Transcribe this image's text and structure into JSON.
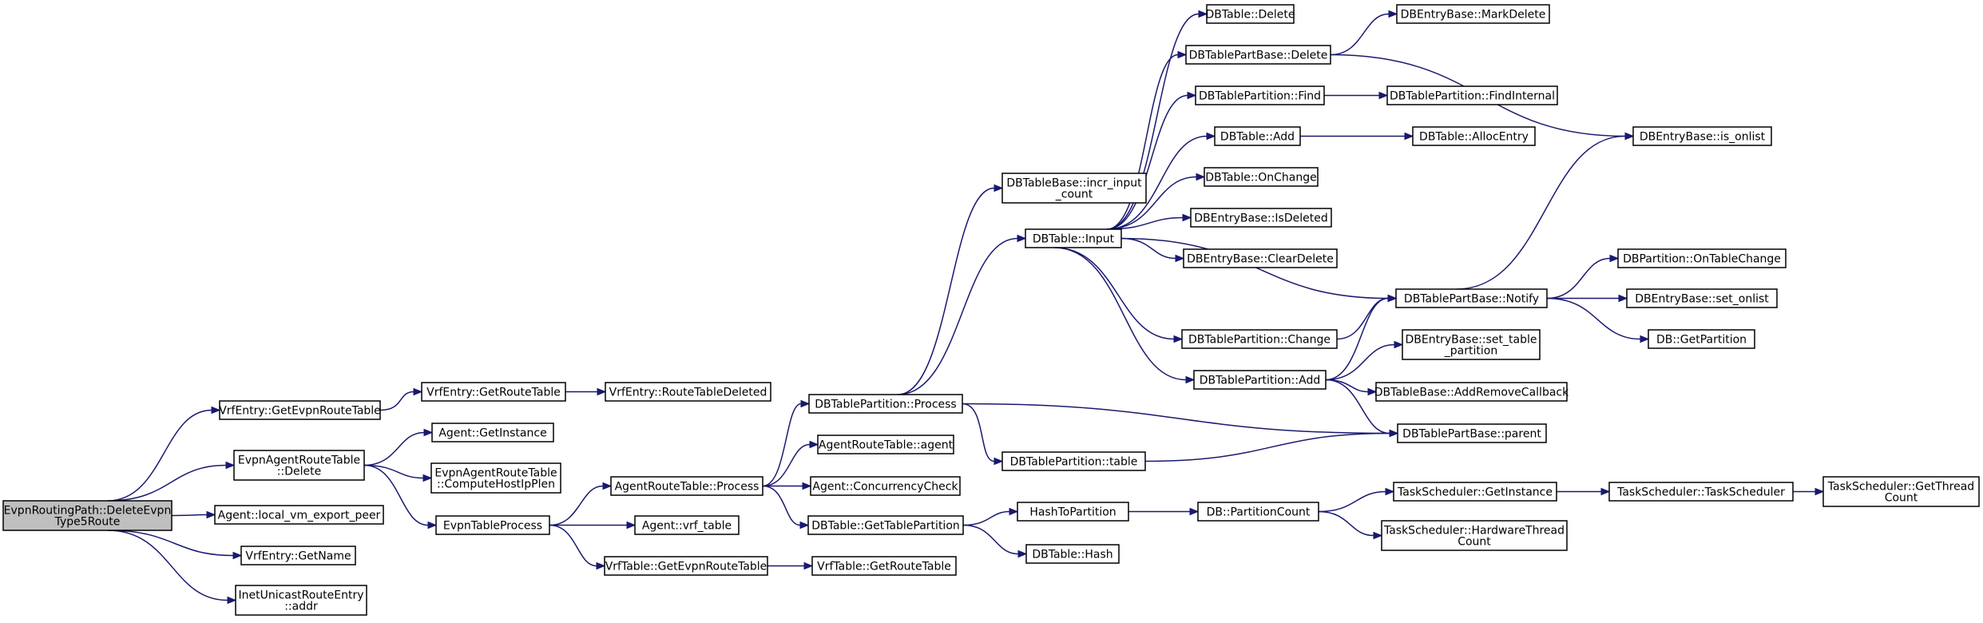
{
  "diagram": {
    "colors": {
      "edge": "#191970",
      "root_fill": "#bfbfbf",
      "node_fill": "#ffffff",
      "node_border": "#000000"
    },
    "nodes": [
      {
        "id": "root",
        "lines": [
          "EvpnRoutingPath::DeleteEvpn",
          "Type5Route"
        ],
        "root": true
      },
      {
        "id": "vrfGetEvpnRT",
        "lines": [
          "VrfEntry::GetEvpnRouteTable"
        ]
      },
      {
        "id": "evpnARTDelete",
        "lines": [
          "EvpnAgentRouteTable",
          "::Delete"
        ]
      },
      {
        "id": "agentLocalVm",
        "lines": [
          "Agent::local_vm_export_peer"
        ]
      },
      {
        "id": "vrfGetName",
        "lines": [
          "VrfEntry::GetName"
        ]
      },
      {
        "id": "inetAddr",
        "lines": [
          "InetUnicastRouteEntry",
          "::addr"
        ]
      },
      {
        "id": "vrfGetRT",
        "lines": [
          "VrfEntry::GetRouteTable"
        ]
      },
      {
        "id": "vrfRTDeleted",
        "lines": [
          "VrfEntry::RouteTableDeleted"
        ]
      },
      {
        "id": "agentGetInstance",
        "lines": [
          "Agent::GetInstance"
        ]
      },
      {
        "id": "evpnCompute",
        "lines": [
          "EvpnAgentRouteTable",
          "::ComputeHostIpPlen"
        ]
      },
      {
        "id": "evpnTableProcess",
        "lines": [
          "EvpnTableProcess"
        ]
      },
      {
        "id": "artProcess",
        "lines": [
          "AgentRouteTable::Process"
        ]
      },
      {
        "id": "agentVrfTable",
        "lines": [
          "Agent::vrf_table"
        ]
      },
      {
        "id": "vrfTableGetEvpn",
        "lines": [
          "VrfTable::GetEvpnRouteTable"
        ]
      },
      {
        "id": "dbtpProcess",
        "lines": [
          "DBTablePartition::Process"
        ]
      },
      {
        "id": "artAgent",
        "lines": [
          "AgentRouteTable::agent"
        ]
      },
      {
        "id": "agentConcurrency",
        "lines": [
          "Agent::ConcurrencyCheck"
        ]
      },
      {
        "id": "dbtGetTP",
        "lines": [
          "DBTable::GetTablePartition"
        ]
      },
      {
        "id": "vrfTableGetRT",
        "lines": [
          "VrfTable::GetRouteTable"
        ]
      },
      {
        "id": "dbtbIncr",
        "lines": [
          "DBTableBase::incr_input",
          "_count"
        ]
      },
      {
        "id": "dbtInput",
        "lines": [
          "DBTable::Input"
        ]
      },
      {
        "id": "dbtpTable",
        "lines": [
          "DBTablePartition::table"
        ]
      },
      {
        "id": "hashToPartition",
        "lines": [
          "HashToPartition"
        ]
      },
      {
        "id": "dbtHash",
        "lines": [
          "DBTable::Hash"
        ]
      },
      {
        "id": "dbtDelete",
        "lines": [
          "DBTable::Delete"
        ]
      },
      {
        "id": "dbtpbDelete",
        "lines": [
          "DBTablePartBase::Delete"
        ]
      },
      {
        "id": "dbtpFind",
        "lines": [
          "DBTablePartition::Find"
        ]
      },
      {
        "id": "dbtAdd",
        "lines": [
          "DBTable::Add"
        ]
      },
      {
        "id": "dbtOnChange",
        "lines": [
          "DBTable::OnChange"
        ]
      },
      {
        "id": "dbebIsDeleted",
        "lines": [
          "DBEntryBase::IsDeleted"
        ]
      },
      {
        "id": "dbebClearDelete",
        "lines": [
          "DBEntryBase::ClearDelete"
        ]
      },
      {
        "id": "dbtpChange",
        "lines": [
          "DBTablePartition::Change"
        ]
      },
      {
        "id": "dbtpAdd",
        "lines": [
          "DBTablePartition::Add"
        ]
      },
      {
        "id": "dbPartitionCount",
        "lines": [
          "DB::PartitionCount"
        ]
      },
      {
        "id": "dbebMarkDelete",
        "lines": [
          "DBEntryBase::MarkDelete"
        ]
      },
      {
        "id": "dbtpFindInternal",
        "lines": [
          "DBTablePartition::FindInternal"
        ]
      },
      {
        "id": "dbtAllocEntry",
        "lines": [
          "DBTable::AllocEntry"
        ]
      },
      {
        "id": "dbtpbNotify",
        "lines": [
          "DBTablePartBase::Notify"
        ]
      },
      {
        "id": "dbebSetTablePartition",
        "lines": [
          "DBEntryBase::set_table",
          "_partition"
        ]
      },
      {
        "id": "dbtbAddRemove",
        "lines": [
          "DBTableBase::AddRemoveCallback"
        ]
      },
      {
        "id": "dbtpbParent",
        "lines": [
          "DBTablePartBase::parent"
        ]
      },
      {
        "id": "tsGetInstance",
        "lines": [
          "TaskScheduler::GetInstance"
        ]
      },
      {
        "id": "tsHardwareThread",
        "lines": [
          "TaskScheduler::HardwareThread",
          "Count"
        ]
      },
      {
        "id": "dbebIsOnlist",
        "lines": [
          "DBEntryBase::is_onlist"
        ]
      },
      {
        "id": "dbpOnTableChange",
        "lines": [
          "DBPartition::OnTableChange"
        ]
      },
      {
        "id": "dbebSetOnlist",
        "lines": [
          "DBEntryBase::set_onlist"
        ]
      },
      {
        "id": "dbGetPartition",
        "lines": [
          "DB::GetPartition"
        ]
      },
      {
        "id": "tsTaskScheduler",
        "lines": [
          "TaskScheduler::TaskScheduler"
        ]
      },
      {
        "id": "tsGetThreadCount",
        "lines": [
          "TaskScheduler::GetThread",
          "Count"
        ]
      }
    ],
    "edges": [
      [
        "root",
        "vrfGetEvpnRT"
      ],
      [
        "root",
        "evpnARTDelete"
      ],
      [
        "root",
        "agentLocalVm"
      ],
      [
        "root",
        "vrfGetName"
      ],
      [
        "root",
        "inetAddr"
      ],
      [
        "vrfGetEvpnRT",
        "vrfGetRT"
      ],
      [
        "vrfGetRT",
        "vrfRTDeleted"
      ],
      [
        "evpnARTDelete",
        "agentGetInstance"
      ],
      [
        "evpnARTDelete",
        "evpnCompute"
      ],
      [
        "evpnARTDelete",
        "evpnTableProcess"
      ],
      [
        "evpnTableProcess",
        "artProcess"
      ],
      [
        "evpnTableProcess",
        "agentVrfTable"
      ],
      [
        "evpnTableProcess",
        "vrfTableGetEvpn"
      ],
      [
        "artProcess",
        "dbtpProcess"
      ],
      [
        "artProcess",
        "artAgent"
      ],
      [
        "artProcess",
        "agentConcurrency"
      ],
      [
        "artProcess",
        "dbtGetTP"
      ],
      [
        "vrfTableGetEvpn",
        "vrfTableGetRT"
      ],
      [
        "dbtpProcess",
        "dbtbIncr"
      ],
      [
        "dbtpProcess",
        "dbtInput"
      ],
      [
        "dbtpProcess",
        "dbtpTable"
      ],
      [
        "dbtpProcess",
        "dbtpbParent"
      ],
      [
        "dbtGetTP",
        "hashToPartition"
      ],
      [
        "dbtGetTP",
        "dbtHash"
      ],
      [
        "dbtpTable",
        "dbtpbParent"
      ],
      [
        "hashToPartition",
        "dbPartitionCount"
      ],
      [
        "dbPartitionCount",
        "tsGetInstance"
      ],
      [
        "dbPartitionCount",
        "tsHardwareThread"
      ],
      [
        "tsGetInstance",
        "tsTaskScheduler"
      ],
      [
        "tsTaskScheduler",
        "tsGetThreadCount"
      ],
      [
        "dbtInput",
        "dbtDelete"
      ],
      [
        "dbtInput",
        "dbtpbDelete"
      ],
      [
        "dbtInput",
        "dbtpFind"
      ],
      [
        "dbtInput",
        "dbtAdd"
      ],
      [
        "dbtInput",
        "dbtOnChange"
      ],
      [
        "dbtInput",
        "dbebIsDeleted"
      ],
      [
        "dbtInput",
        "dbebClearDelete"
      ],
      [
        "dbtInput",
        "dbtpChange"
      ],
      [
        "dbtInput",
        "dbtpAdd"
      ],
      [
        "dbtInput",
        "dbtpbNotify"
      ],
      [
        "dbtpbDelete",
        "dbebMarkDelete"
      ],
      [
        "dbtpbDelete",
        "dbebIsOnlist"
      ],
      [
        "dbtpFind",
        "dbtpFindInternal"
      ],
      [
        "dbtAdd",
        "dbtAllocEntry"
      ],
      [
        "dbtpChange",
        "dbtpbNotify"
      ],
      [
        "dbtpAdd",
        "dbtpbNotify"
      ],
      [
        "dbtpAdd",
        "dbebSetTablePartition"
      ],
      [
        "dbtpAdd",
        "dbtbAddRemove"
      ],
      [
        "dbtpAdd",
        "dbtpbParent"
      ],
      [
        "dbtpbNotify",
        "dbebIsOnlist"
      ],
      [
        "dbtpbNotify",
        "dbpOnTableChange"
      ],
      [
        "dbtpbNotify",
        "dbebSetOnlist"
      ],
      [
        "dbtpbNotify",
        "dbGetPartition"
      ]
    ]
  }
}
